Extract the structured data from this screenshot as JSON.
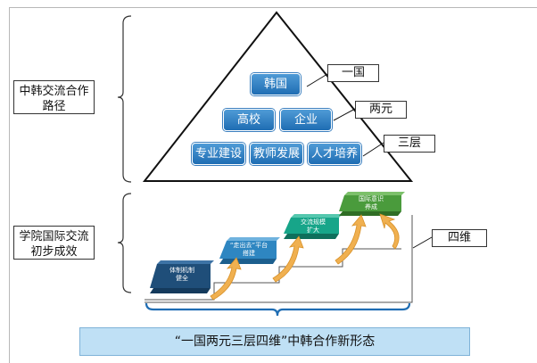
{
  "left_labels": {
    "path_line1": "中韩交流合作",
    "path_line2": "路径",
    "results_line1": "学院国际交流",
    "results_line2": "初步成效"
  },
  "pyramid": {
    "top": "韩国",
    "middle": [
      "高校",
      "企业"
    ],
    "bottom": [
      "专业建设",
      "教师发展",
      "人才培养"
    ]
  },
  "tags": {
    "one_country": "一国",
    "two_units": "两元",
    "three_levels": "三层",
    "four_dimensions": "四维"
  },
  "steps": [
    {
      "line1": "体制机制",
      "line2": "健全"
    },
    {
      "line1": "“走出去”平台",
      "line2": "搭建"
    },
    {
      "line1": "交流规模",
      "line2": "扩大"
    },
    {
      "line1": "国际意识",
      "line2": "养成"
    }
  ],
  "banner": "“一国两元三层四维”中韩合作新形态",
  "colors": {
    "step1": "#1f4e79",
    "step2": "#2e86c1",
    "step3": "#17a589",
    "step4": "#4a9b3c",
    "arrow": "#f0b050",
    "button": "#2a7bc4"
  }
}
